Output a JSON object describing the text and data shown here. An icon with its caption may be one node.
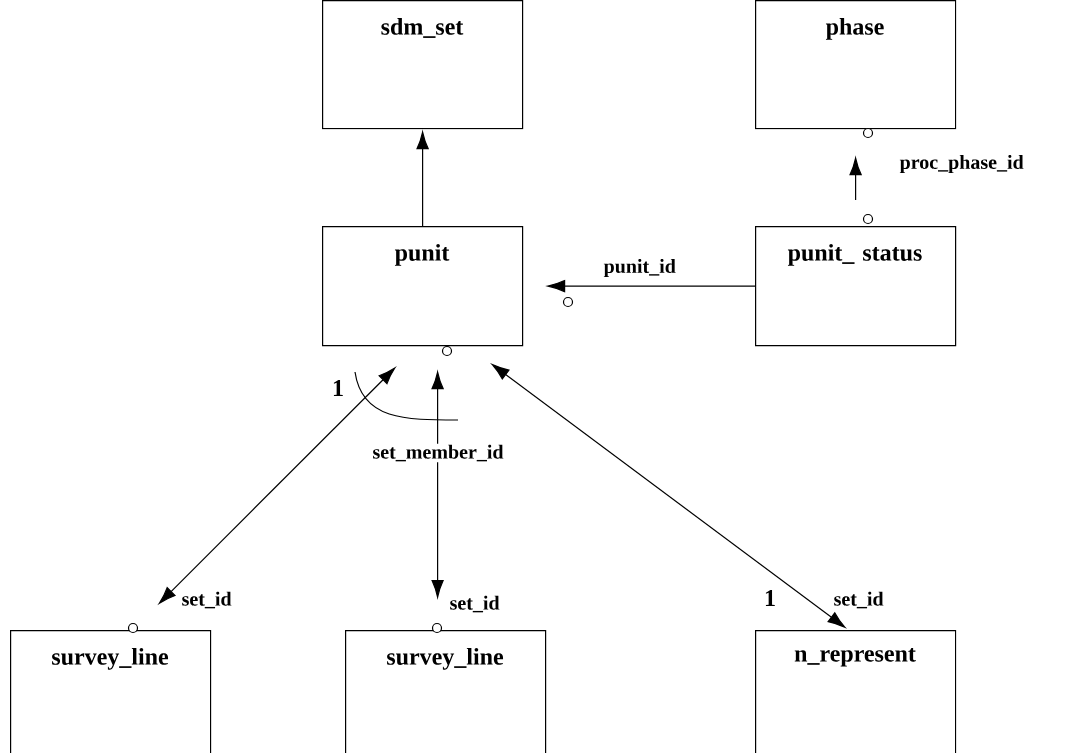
{
  "diagram": {
    "nodes": [
      {
        "text": [
          "sdm_set"
        ]
      },
      {
        "text": [
          "phase"
        ]
      },
      {
        "text": [
          "punit"
        ]
      },
      {
        "text": [
          "punit_ status"
        ]
      },
      {
        "text": [
          "survey_line"
        ]
      },
      {
        "text": [
          "survey_line"
        ]
      },
      {
        "text": [
          "n_represent"
        ]
      }
    ],
    "edges": [
      {
        "from": 2,
        "to": 0,
        "arrow": "to"
      },
      {
        "from": 3,
        "to": 1,
        "arrow": "to",
        "label": "proc_phase_id"
      },
      {
        "from": 3,
        "to": 2,
        "arrow": "to",
        "label": "punit_id"
      },
      {
        "from": 4,
        "to": 2,
        "arrow": "both",
        "label": "set_id"
      },
      {
        "from": 5,
        "to": 2,
        "arrow": "both",
        "label": "set_id"
      },
      {
        "from": 6,
        "to": 2,
        "arrow": "both",
        "label": "set_id"
      }
    ],
    "labels": [
      "1",
      "set_member_id",
      "1"
    ]
  }
}
